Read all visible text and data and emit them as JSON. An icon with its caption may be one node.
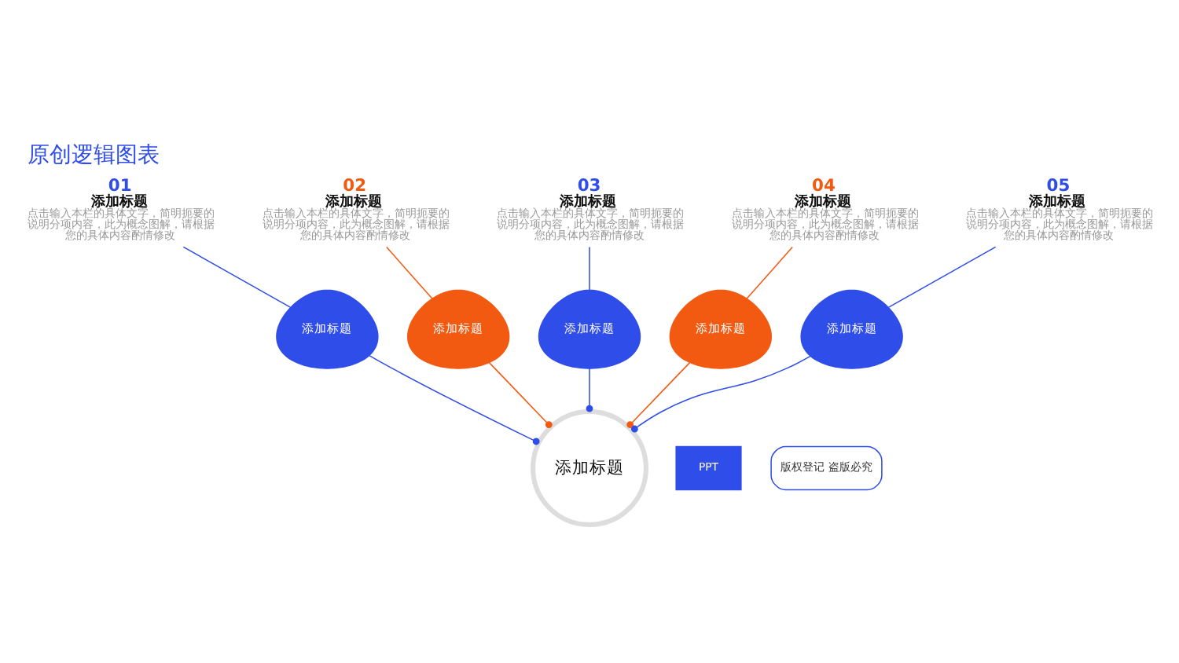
{
  "diagram": {
    "title": "原创逻辑图表",
    "nodes": [
      {
        "text": [
          "添加标题"
        ]
      },
      {
        "text": [
          "添加标题"
        ]
      },
      {
        "text": [
          "添加标题"
        ]
      },
      {
        "text": [
          "添加标题"
        ]
      },
      {
        "text": [
          "添加标题"
        ]
      },
      {
        "text": [
          "添加标题"
        ]
      },
      {
        "text": [
          "01",
          "添加标题",
          "点击输入本栏的具体文字，简明扼要的说明分项内容，此为概念图解，请根据您的具体内容酌情修改"
        ]
      },
      {
        "text": [
          "02",
          "添加标题",
          "点击输入本栏的具体文字，简明扼要的说明分项内容，此为概念图解，请根据您的具体内容酌情修改"
        ]
      },
      {
        "text": [
          "03",
          "添加标题",
          "点击输入本栏的具体文字，简明扼要的说明分项内容，此为概念图解，请根据您的具体内容酌情修改"
        ]
      },
      {
        "text": [
          "04",
          "添加标题",
          "点击输入本栏的具体文字，简明扼要的说明分项内容，此为概念图解，请根据您的具体内容酌情修改"
        ]
      },
      {
        "text": [
          "05",
          "添加标题",
          "点击输入本栏的具体文字，简明扼要的说明分项内容，此为概念图解，请根据您的具体内容酌情修改"
        ]
      }
    ],
    "edges": [
      {
        "from": 1,
        "to": 0,
        "arrow": "other",
        "color": "#2f4de8"
      },
      {
        "from": 2,
        "to": 0,
        "arrow": "other",
        "color": "#f25a12"
      },
      {
        "from": 3,
        "to": 0,
        "arrow": "other",
        "color": "#2f4de8"
      },
      {
        "from": 4,
        "to": 0,
        "arrow": "other",
        "color": "#f25a12"
      },
      {
        "from": 5,
        "to": 0,
        "arrow": "other",
        "color": "#2f4de8"
      },
      {
        "from": 1,
        "to": 6,
        "arrow": "none",
        "color": "#2f4de8"
      },
      {
        "from": 2,
        "to": 7,
        "arrow": "none",
        "color": "#f25a12"
      },
      {
        "from": 3,
        "to": 8,
        "arrow": "none",
        "color": "#2f4de8"
      },
      {
        "from": 4,
        "to": 9,
        "arrow": "none",
        "color": "#f25a12"
      },
      {
        "from": 5,
        "to": 10,
        "arrow": "none",
        "color": "#2f4de8"
      }
    ],
    "labels": [
      "PPT",
      "版权登记 盗版必究"
    ]
  }
}
